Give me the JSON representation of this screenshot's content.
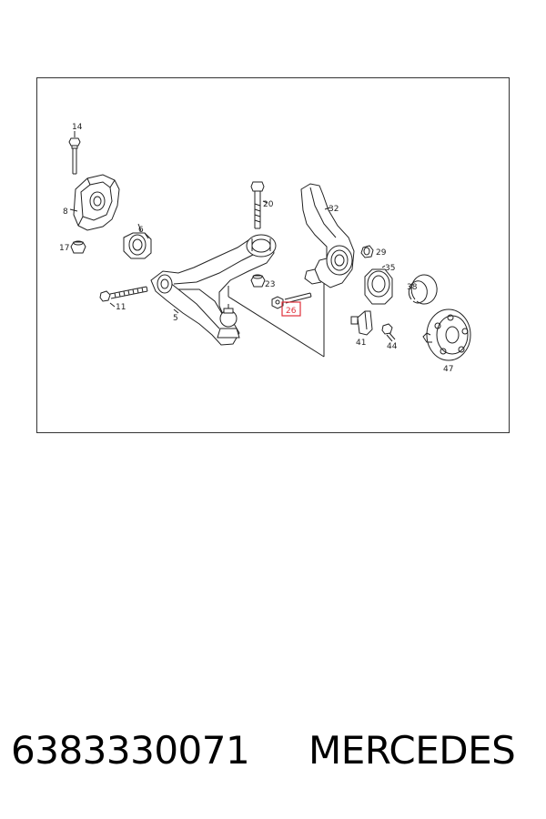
{
  "diagram": {
    "labels": {
      "l14": "14",
      "l8": "8",
      "l17": "17",
      "l6": "6",
      "l11": "11",
      "l5": "5",
      "l20": "20",
      "l23": "23",
      "l26": "26",
      "l32": "32",
      "l29": "29",
      "l35": "35",
      "l38": "38",
      "l41": "41",
      "l44": "44",
      "l47": "47"
    },
    "highlight_color": "#e0303a"
  },
  "footer": {
    "part_number": "6383330071",
    "brand": "MERCEDES"
  }
}
